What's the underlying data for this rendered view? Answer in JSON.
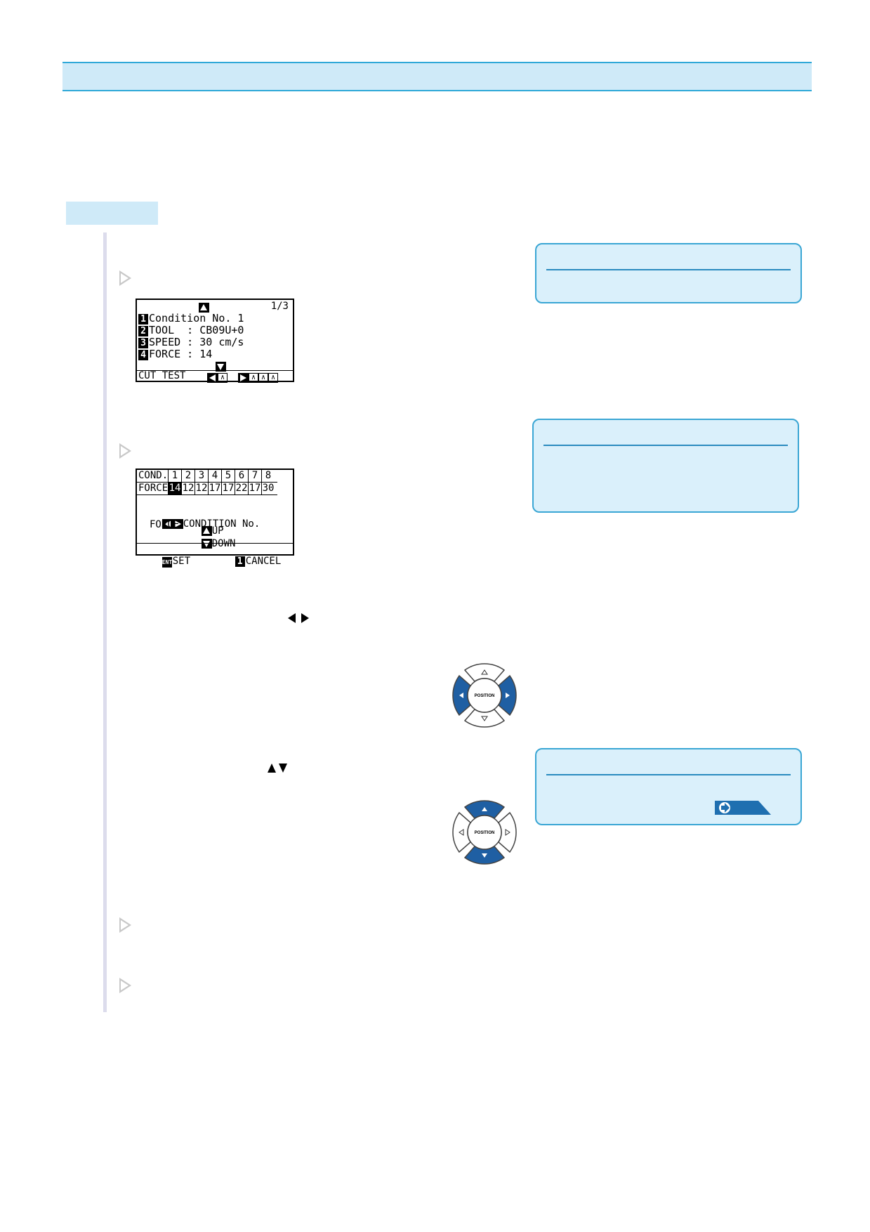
{
  "screen1": {
    "page": "1/3",
    "rows": [
      {
        "num": "1",
        "text": "Condition No. 1"
      },
      {
        "num": "2",
        "text": "TOOL  : CB09U+0"
      },
      {
        "num": "3",
        "text": "SPEED : 30 cm/s"
      },
      {
        "num": "4",
        "text": "FORCE : 14"
      }
    ],
    "footer": "CUT TEST"
  },
  "screen2": {
    "cond_label": "COND.",
    "force_label": "FORCE",
    "cond_values": [
      "1",
      "2",
      "3",
      "4",
      "5",
      "6",
      "7",
      "8"
    ],
    "force_values": [
      "14",
      "12",
      "12",
      "17",
      "17",
      "22",
      "17",
      "30"
    ],
    "hint_condition": "CONDITION No.",
    "hint_force": "FORCE",
    "up_label": "UP",
    "down_label": "DOWN",
    "set_label": "SET",
    "cancel_key": "1",
    "cancel_label": "CANCEL",
    "ent_label": "ENT"
  },
  "pad1": {
    "label": "POSITION"
  },
  "pad2": {
    "label": "POSITION"
  },
  "colors": {
    "accent": "#2fa8d8",
    "pad_blue": "#1f5fa3",
    "note_bg": "#daf0fb"
  },
  "icons": [
    "left-right-arrow-icon",
    "up-down-arrow-icon",
    "reference-arrow-icon"
  ]
}
